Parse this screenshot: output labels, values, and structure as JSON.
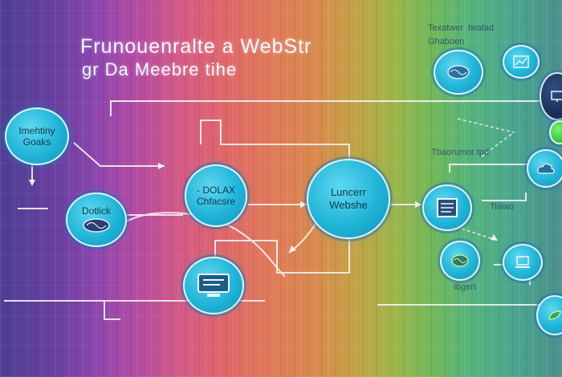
{
  "diagram": {
    "title_line1": "Frunouenralte  a  WebStr",
    "title_line2": "gr  Da  Meebre  tihe",
    "nodes": {
      "top_left_label": "Imehtiny\nGoaks",
      "mid_left_label": "Dotlick",
      "center_left_label": "- DOLAX\nChfacsre",
      "center_label": "Luncerr\nWebshe"
    },
    "notes": {
      "top_right": "Texatwer  twalad\nGhaboen",
      "mid_right": "Tbaorumor  tpd",
      "right_small": "Tiiiiwo",
      "bottom_right": "Ibgert"
    }
  }
}
